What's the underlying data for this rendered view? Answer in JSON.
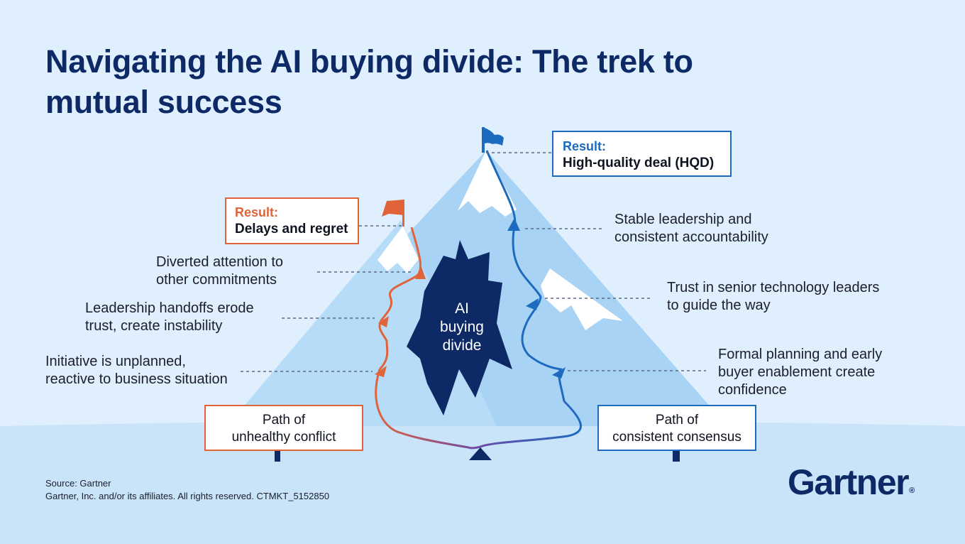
{
  "title": "Navigating the AI buying divide: The trek to mutual success",
  "center_label": [
    "AI",
    "buying",
    "divide"
  ],
  "left_path": {
    "result_title": "Result:",
    "result_text": "Delays and regret",
    "steps": [
      [
        "Diverted attention to",
        "other commitments"
      ],
      [
        "Leadership handoffs erode",
        "trust, create instability"
      ],
      [
        "Initiative is unplanned,",
        "reactive to business situation"
      ]
    ],
    "path_label": [
      "Path of",
      "unhealthy conflict"
    ]
  },
  "right_path": {
    "result_title": "Result:",
    "result_text": "High-quality deal (HQD)",
    "steps": [
      [
        "Stable leadership and",
        "consistent accountability"
      ],
      [
        "Trust in senior technology leaders",
        "to guide the way"
      ],
      [
        "Formal planning and early",
        "buyer enablement create",
        "confidence"
      ]
    ],
    "path_label": [
      "Path of",
      "consistent consensus"
    ]
  },
  "source": [
    "Source: Gartner",
    "Gartner, Inc. and/or its affiliates. All rights reserved. CTMKT_5152850"
  ],
  "logo": {
    "text": "Gartner",
    "mark": "®"
  },
  "colors": {
    "background": "#dfeffd",
    "navy": "#0d2a66",
    "orange": "#e0633a",
    "blue": "#1c6bc0",
    "mountain_light": "#a9d3f5",
    "mountain_mid": "#bfe0fa",
    "snow": "#ffffff"
  },
  "icons": [
    "orange-flag-icon",
    "blue-flag-icon"
  ]
}
